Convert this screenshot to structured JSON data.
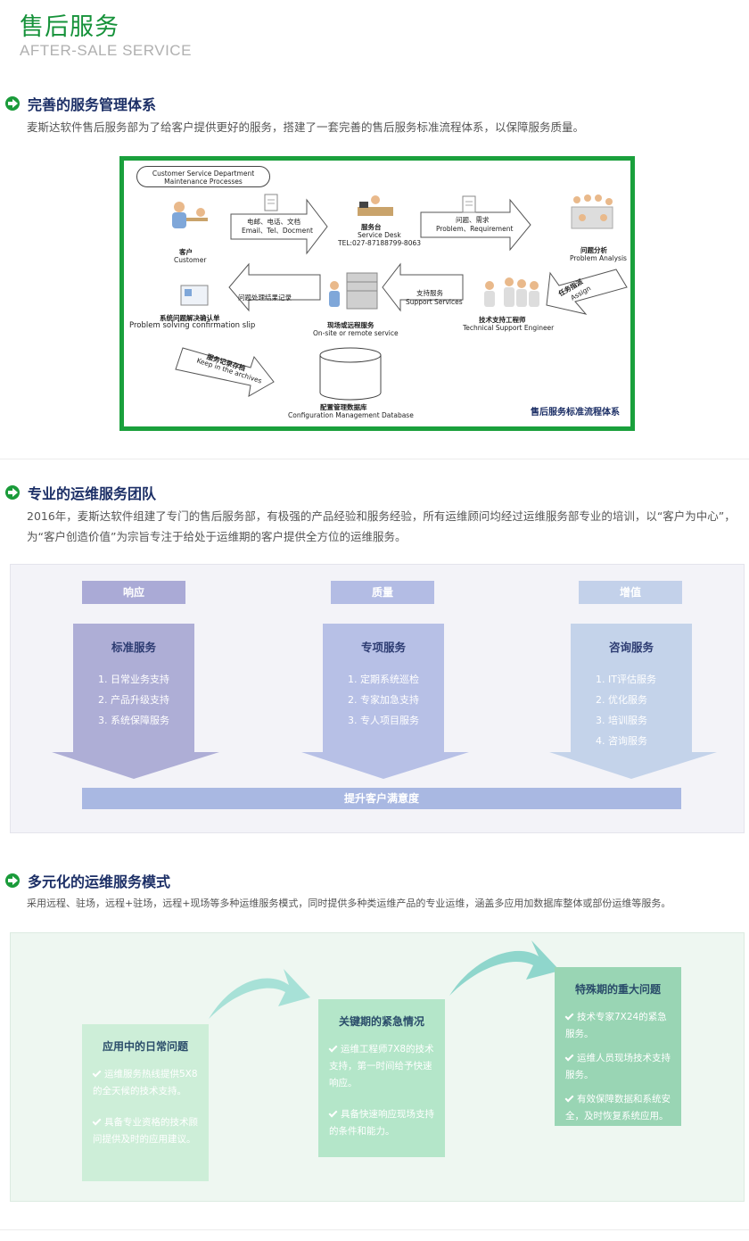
{
  "header": {
    "title": "售后服务",
    "subtitle": "AFTER-SALE SERVICE"
  },
  "section1": {
    "title": "完善的服务管理体系",
    "text": "麦斯达软件售后服务部为了给客户提供更好的服务，搭建了一套完善的售后服务标准流程体系，以保障服务质量。",
    "diagram": {
      "process_title_en": "Customer  Service Department\nMaintenance Processes",
      "customer_cn": "客户",
      "customer_en": "Customer",
      "arrow1_cn": "电邮、电话、文档",
      "arrow1_en": "Email、Tel、Docment",
      "desk_cn": "服务台",
      "desk_en": "Service Desk",
      "desk_tel": "TEL:027-87188799-8063",
      "arrow2_cn": "问题、需求",
      "arrow2_en": "Problem、Requirement",
      "analysis_cn": "问题分析",
      "analysis_en": "Problem Analysis",
      "assign_cn": "任务指派",
      "assign_en": "Assign",
      "engineer_cn": "技术支持工程师",
      "engineer_en": "Technical Support Engineer",
      "support_cn": "支持服务",
      "support_en": "Support Services",
      "onsite_cn": "现场或远程服务",
      "onsite_en": "On-site or remote service",
      "result_cn": "问题处理结果记录",
      "slip_cn": "系统问题解决确认单",
      "slip_en": "Problem solving confirmation slip",
      "archive_cn": "服务记录存档",
      "archive_en": "Keep in the archives",
      "db_cn": "配置管理数据库",
      "db_en": "Configuration Management Database",
      "caption": "售后服务标准流程体系"
    }
  },
  "section2": {
    "title": "专业的运维服务团队",
    "text": "2016年，麦斯达软件组建了专门的售后服务部，有极强的产品经验和服务经验，所有运维顾问均经过运维服务部专业的培训，以“客户为中心”，为“客户创造价值”为宗旨专注于给处于运维期的客户提供全方位的运维服务。",
    "tags": [
      "响应",
      "质量",
      "增值"
    ],
    "cards": [
      {
        "title": "标准服务",
        "items": [
          "1. 日常业务支持",
          "2. 产品升级支持",
          "3. 系统保障服务"
        ]
      },
      {
        "title": "专项服务",
        "items": [
          "1. 定期系统巡检",
          "2. 专家加急支持",
          "3. 专人项目服务"
        ]
      },
      {
        "title": "咨询服务",
        "items": [
          "1. IT评估服务",
          "2. 优化服务",
          "3. 培训服务",
          "4. 咨询服务"
        ]
      }
    ],
    "bar": "提升客户满意度",
    "colors": {
      "card1": "#aeaed6",
      "card2": "#b7c0e6",
      "card3": "#c4d3ea",
      "tag1": "#aaaad6",
      "tag2": "#b3bce4",
      "tag3": "#c3d1ea"
    }
  },
  "section3": {
    "title": "多元化的运维服务模式",
    "text": "采用远程、驻场，远程+驻场，远程+现场等多种运维服务模式，同时提供多种类运维产品的专业运维，涵盖多应用加数据库整体或部份运维等服务。",
    "cards": [
      {
        "title": "应用中的日常问题",
        "points": [
          "运维服务热线提供5X8的全天候的技术支持。",
          "具备专业资格的技术顾问提供及时的应用建议。"
        ]
      },
      {
        "title": "关键期的紧急情况",
        "points": [
          "运维工程师7X8的技术支持，第一时间给予快速响应。",
          "具备快速响应现场支持的条件和能力。"
        ]
      },
      {
        "title": "特殊期的重大问题",
        "points": [
          "技术专家7X24的紧急服务。",
          "运维人员现场技术支持服务。",
          "有效保障数据和系统安全，及时恢复系统应用。"
        ]
      }
    ],
    "colors": {
      "card1": "#cdeed8",
      "card2": "#b4e6c9",
      "card3": "#99d5b4",
      "arrow": "#8fd6cc"
    }
  }
}
